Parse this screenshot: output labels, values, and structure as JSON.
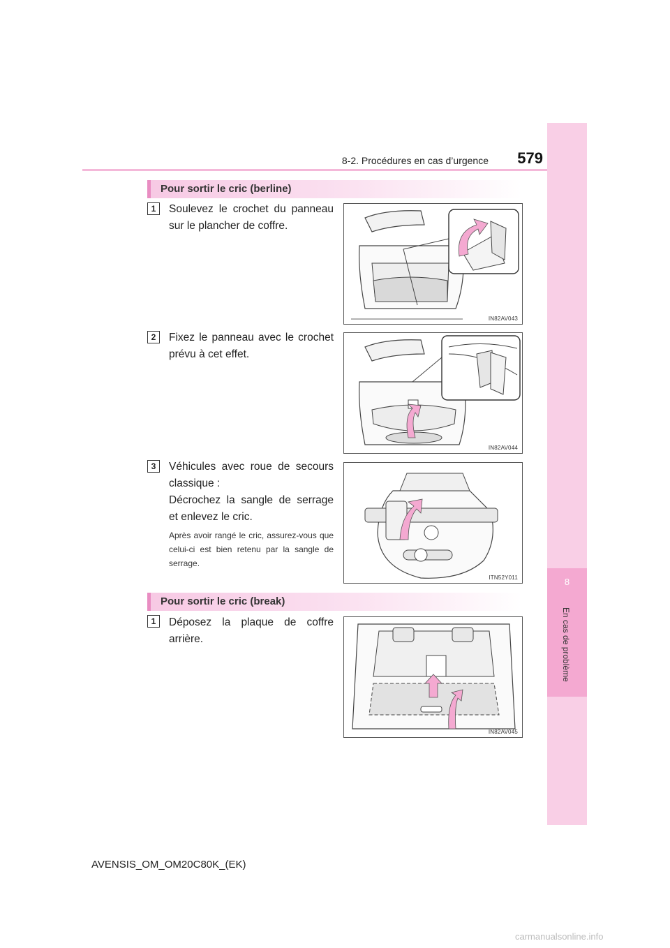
{
  "header": {
    "section": "8-2. Procédures en cas d’urgence",
    "page_number": "579"
  },
  "side_tab": {
    "chapter_number": "8",
    "chapter_title": "En cas de problème"
  },
  "sections": [
    {
      "title": "Pour sortir le cric (berline)",
      "steps": [
        {
          "badge": "1",
          "text": "Soulevez le crochet du panneau sur le plancher de coffre.",
          "figure_code": "IN82AV043"
        },
        {
          "badge": "2",
          "text": "Fixez le panneau avec le crochet prévu à cet effet.",
          "figure_code": "IN82AV044"
        },
        {
          "badge": "3",
          "text_lines": [
            "Véhicules avec roue de secours classique :",
            "Décrochez la sangle de serrage et enlevez le cric."
          ],
          "note": "Après avoir rangé le cric, assurez-vous que celui-ci est bien retenu par la sangle de serrage.",
          "figure_code": "ITN52Y011"
        }
      ]
    },
    {
      "title": "Pour sortir le cric (break)",
      "steps": [
        {
          "badge": "1",
          "text": "Déposez la plaque de coffre arrière.",
          "figure_code": "IN82AV045"
        }
      ]
    }
  ],
  "footer": {
    "doc_code": "AVENSIS_OM_OM20C80K_(EK)"
  },
  "watermark": "carmanualsonline.info",
  "colors": {
    "accent_pink": "#f4b8d9",
    "arrow_pink": "#f4a9d1",
    "tab_pink": "#f9cfe6"
  }
}
